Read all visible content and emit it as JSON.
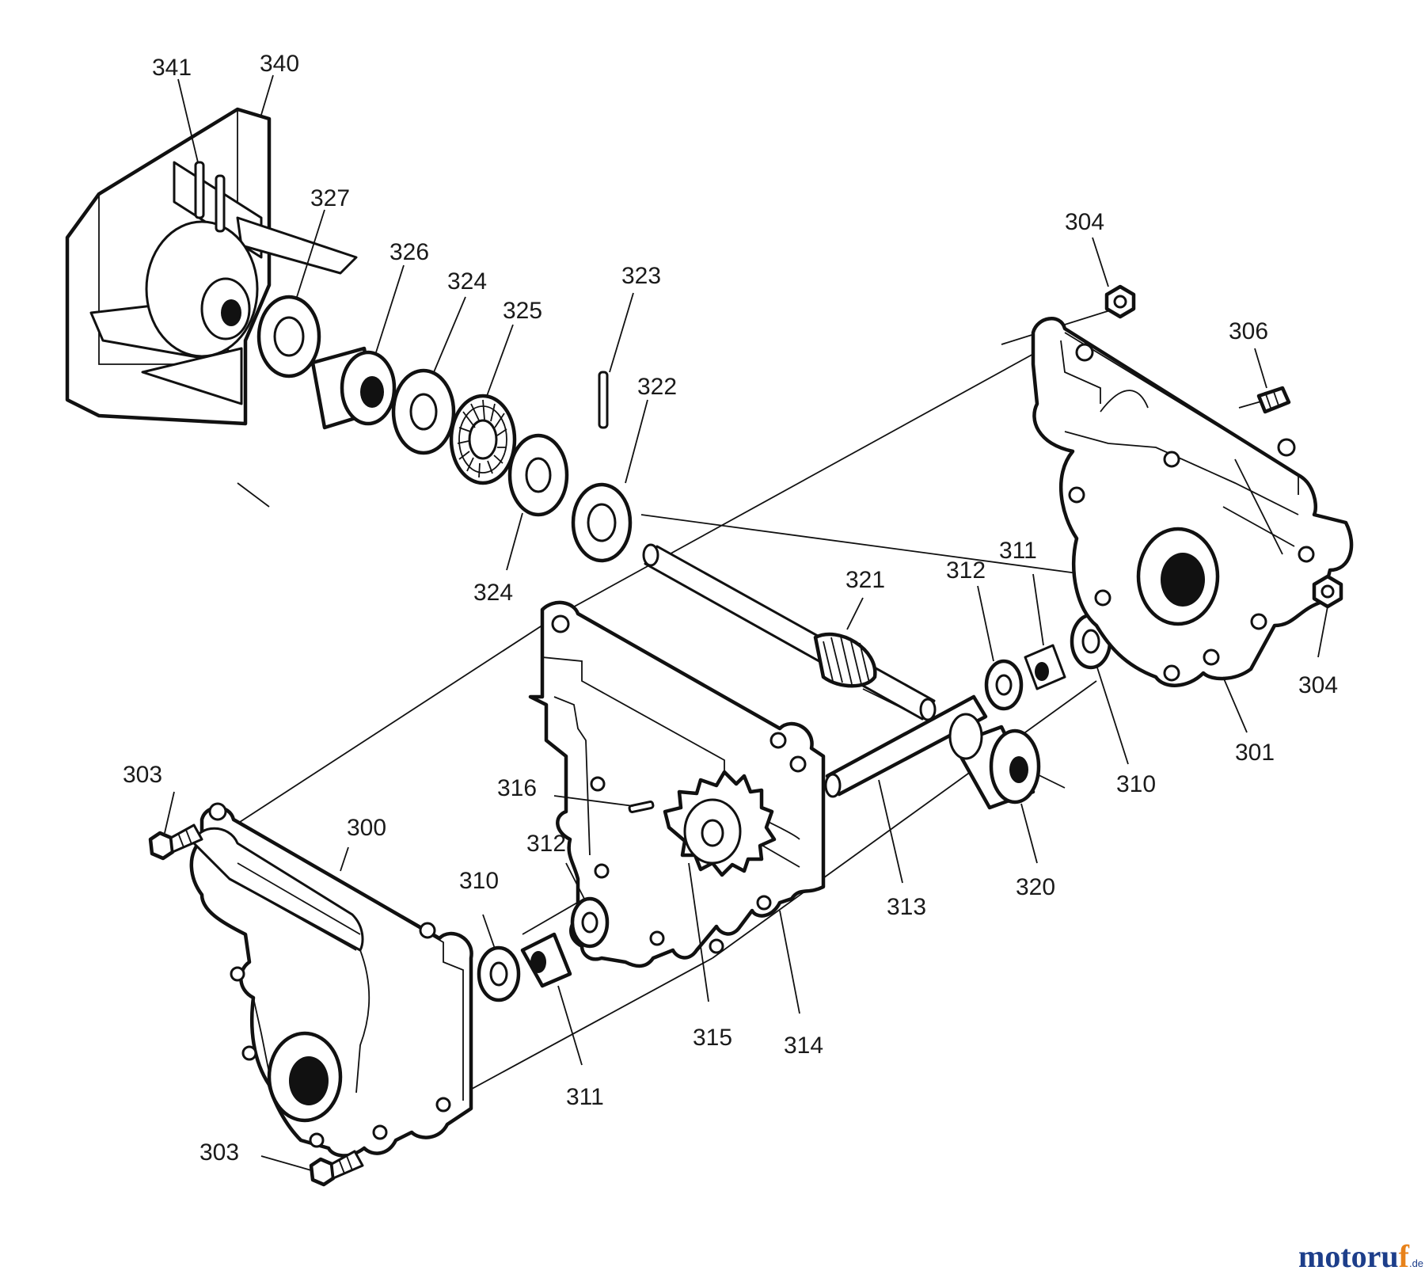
{
  "diagram": {
    "labels": {
      "l341": "341",
      "l340": "340",
      "l327": "327",
      "l326": "326",
      "l324a": "324",
      "l325": "325",
      "l323": "323",
      "l322": "322",
      "l324b": "324",
      "l304a": "304",
      "l306": "306",
      "l321": "321",
      "l312a": "312",
      "l311a": "311",
      "l304b": "304",
      "l310a": "310",
      "l301": "301",
      "l303a": "303",
      "l300": "300",
      "l316": "316",
      "l312b": "312",
      "l310b": "310",
      "l313": "313",
      "l320": "320",
      "l315": "315",
      "l314": "314",
      "l311b": "311",
      "l303b": "303"
    },
    "watermark": {
      "main": "motoru",
      "accent": "f",
      "tld": ".de"
    },
    "colors": {
      "line": "#111111",
      "background": "#ffffff",
      "brand": "#1d3e8a",
      "brand_accent": "#e8821a"
    }
  }
}
